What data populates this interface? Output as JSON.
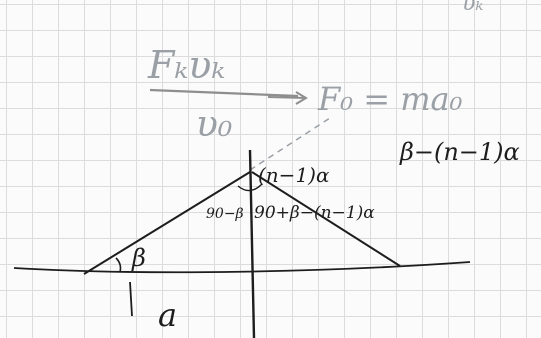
{
  "note": {
    "numerator": "Fₖυₖ",
    "denominator": "υ₀",
    "equation": "F₀ = ma₀",
    "top_right_fragment": "υₖ"
  },
  "diagram": {
    "apex_label": "(n−1)α",
    "angle_left_inner": "90−β",
    "angle_right_inner": "90+β−(n−1)α",
    "right_expression": "β−(n−1)α",
    "base_angle": "β",
    "base_label": "a"
  }
}
